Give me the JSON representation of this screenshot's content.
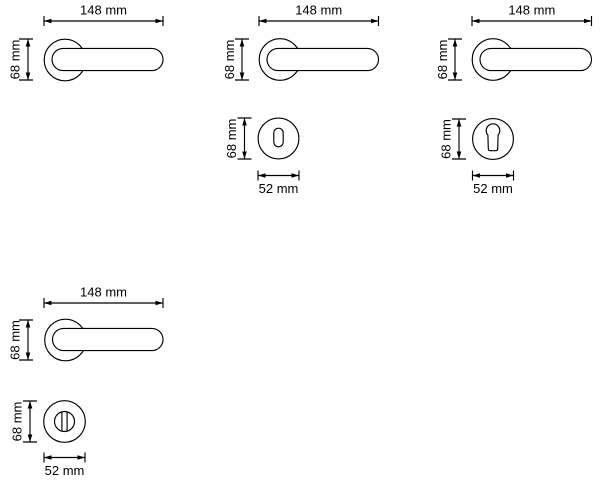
{
  "page": {
    "background_color": "#ffffff",
    "line_color": "#000000",
    "text_color": "#000000",
    "description": "Technical dimension drawing of lever door handles on round roses with escutcheons"
  },
  "groups": [
    {
      "id": "lever-handle-plain-rose",
      "handle": {
        "width_label": "148 mm",
        "height_label": "68 mm"
      }
    },
    {
      "id": "lever-handle-with-keyhole-escutcheon",
      "handle": {
        "width_label": "148 mm",
        "height_label": "68 mm"
      },
      "escutcheon": {
        "type": "lever-keyhole",
        "height_label": "68 mm",
        "width_label": "52 mm"
      }
    },
    {
      "id": "lever-handle-with-euro-cylinder-escutcheon",
      "handle": {
        "width_label": "148 mm",
        "height_label": "68 mm"
      },
      "escutcheon": {
        "type": "euro-cylinder",
        "height_label": "68 mm",
        "width_label": "52 mm"
      }
    },
    {
      "id": "lever-handle-with-wc-turn-escutcheon",
      "handle": {
        "width_label": "148 mm",
        "height_label": "68 mm"
      },
      "escutcheon": {
        "type": "wc-turn",
        "height_label": "68 mm",
        "width_label": "52 mm"
      }
    }
  ]
}
